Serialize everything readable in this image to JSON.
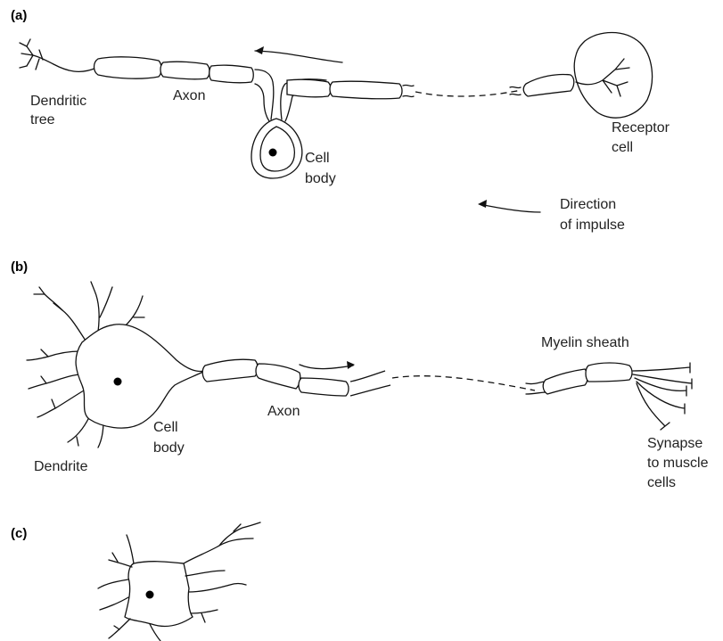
{
  "panels": {
    "a": {
      "panel_label": "(a)",
      "dendritic_tree": [
        "Dendritic",
        "tree"
      ],
      "axon": "Axon",
      "cell_body": [
        "Cell",
        "body"
      ],
      "receptor_cell": [
        "Receptor",
        "cell"
      ],
      "direction": [
        "Direction",
        "of impulse"
      ]
    },
    "b": {
      "panel_label": "(b)",
      "myelin_sheath": "Myelin sheath",
      "axon": "Axon",
      "cell_body": [
        "Cell",
        "body"
      ],
      "dendrite": "Dendrite",
      "synapse": [
        "Synapse",
        "to muscle",
        "cells"
      ]
    },
    "c": {
      "panel_label": "(c)"
    }
  }
}
